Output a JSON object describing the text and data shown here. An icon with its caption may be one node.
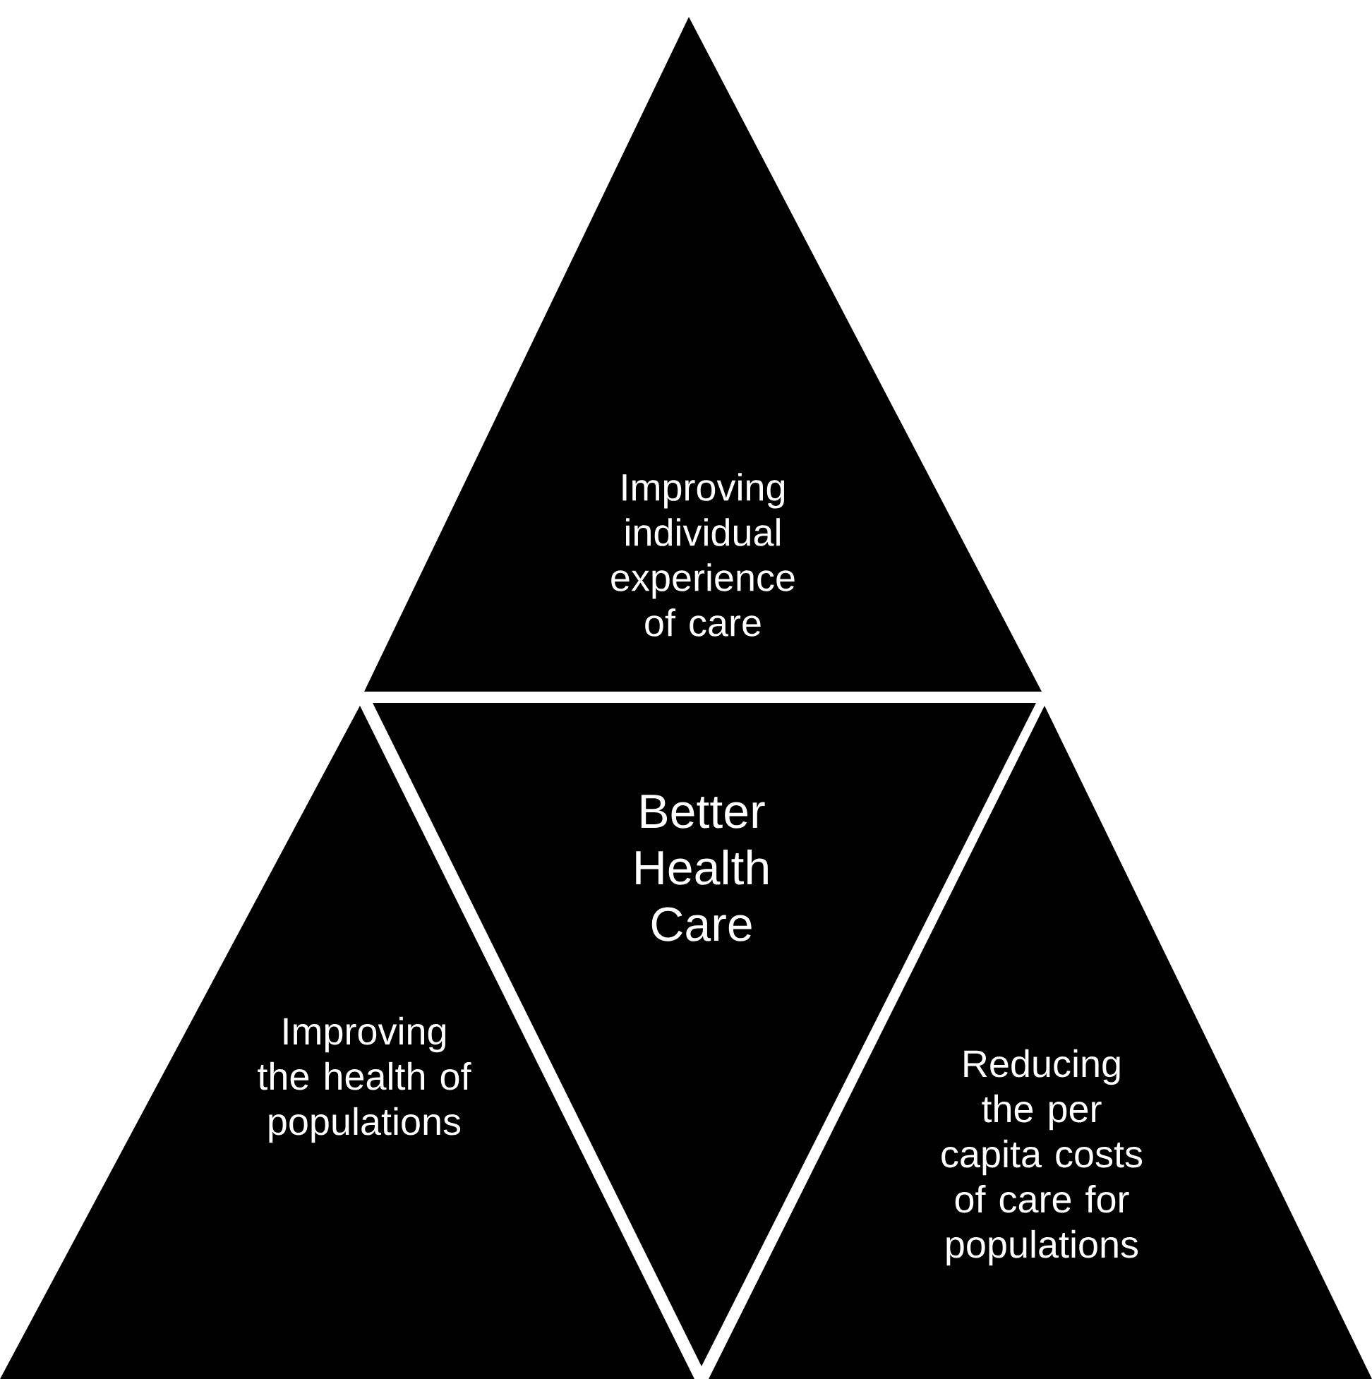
{
  "diagram": {
    "nodes": [
      {
        "text": [
          "Improving individual experience of care"
        ]
      },
      {
        "text": [
          "Better Health Care"
        ]
      },
      {
        "text": [
          "Improving the health of populations"
        ]
      },
      {
        "text": [
          "Reducing the per capita costs of care for populations"
        ]
      }
    ]
  }
}
